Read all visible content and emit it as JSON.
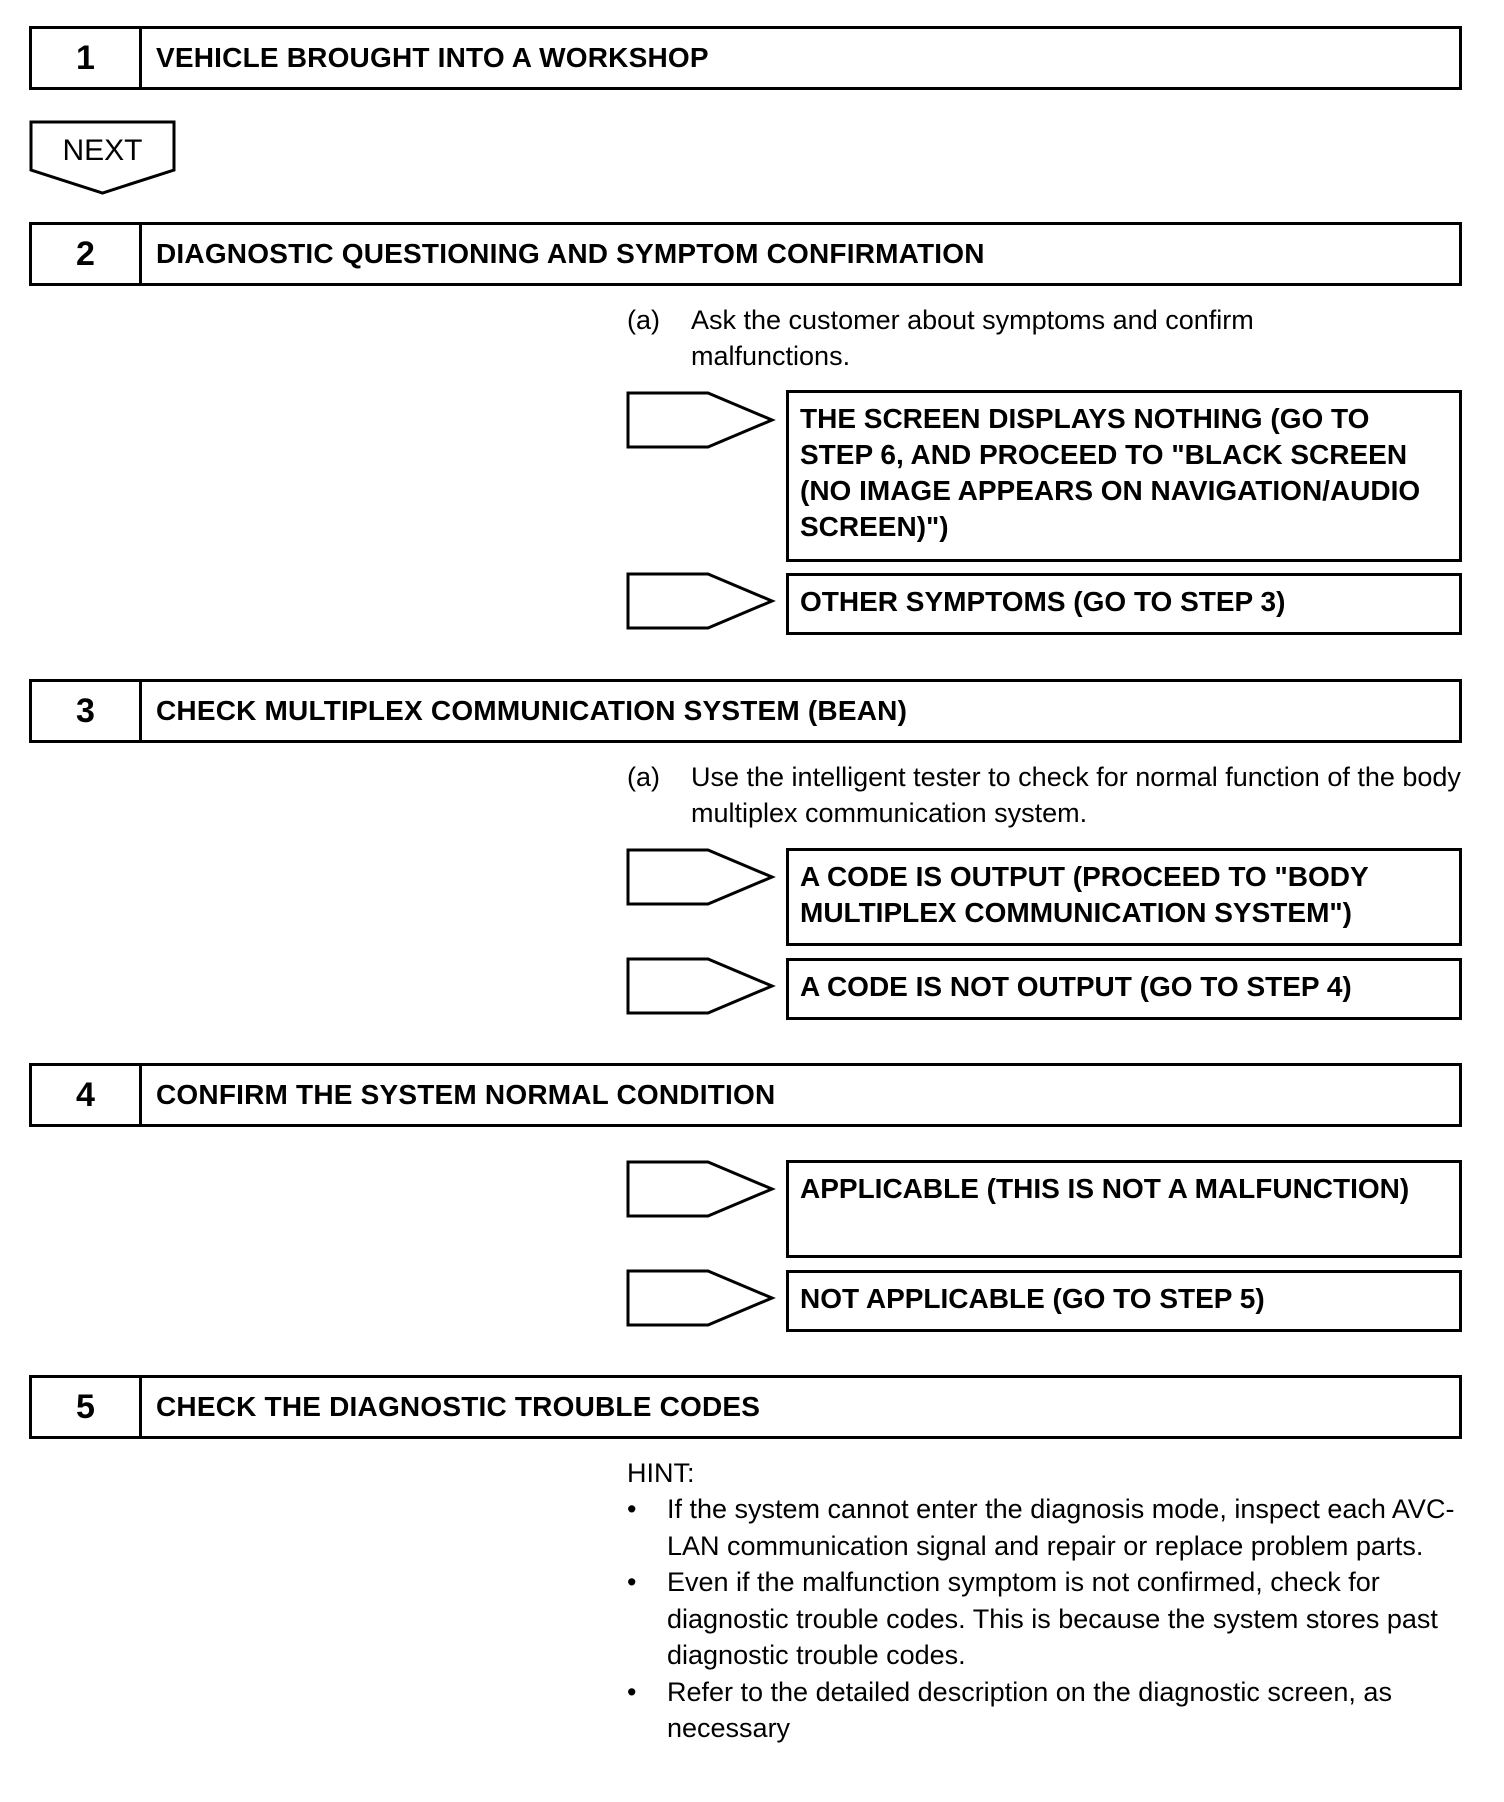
{
  "steps": [
    {
      "number": "1",
      "title": "VEHICLE BROUGHT INTO A WORKSHOP"
    },
    {
      "number": "2",
      "title": "DIAGNOSTIC QUESTIONING AND SYMPTOM CONFIRMATION"
    },
    {
      "number": "3",
      "title": "CHECK MULTIPLEX COMMUNICATION SYSTEM (BEAN)"
    },
    {
      "number": "4",
      "title": "CONFIRM THE SYSTEM NORMAL CONDITION"
    },
    {
      "number": "5",
      "title": "CHECK THE DIAGNOSTIC TROUBLE CODES"
    }
  ],
  "next_label": "NEXT",
  "step2": {
    "instruction_tag": "(a)",
    "instruction": "Ask the customer about symptoms and confirm malfunctions.",
    "results": [
      "THE SCREEN DISPLAYS NOTHING (GO TO STEP 6, AND PROCEED TO \"BLACK SCREEN (NO IMAGE APPEARS ON NAVIGATION/AUDIO SCREEN)\")",
      "OTHER SYMPTOMS (GO TO STEP 3)"
    ]
  },
  "step3": {
    "instruction_tag": "(a)",
    "instruction": "Use the intelligent tester to check for normal function of the body multiplex communication system.",
    "results": [
      "A CODE IS OUTPUT (PROCEED TO \"BODY MULTIPLEX COMMUNICATION SYSTEM\")",
      "A CODE IS NOT OUTPUT (GO TO STEP 4)"
    ]
  },
  "step4": {
    "results": [
      "APPLICABLE (THIS IS NOT A MALFUNCTION)",
      "NOT APPLICABLE (GO TO STEP 5)"
    ]
  },
  "step5": {
    "hint_label": "HINT:",
    "bullet_symbol": "•",
    "bullets": [
      "If the system cannot enter the diagnosis mode, inspect each AVC-LAN communication signal and repair or replace problem parts.",
      "Even if the malfunction symptom is not confirmed, check for diagnostic trouble codes. This is because the system stores past diagnostic trouble codes.",
      "Refer to the detailed description on the diagnostic screen, as necessary"
    ]
  }
}
